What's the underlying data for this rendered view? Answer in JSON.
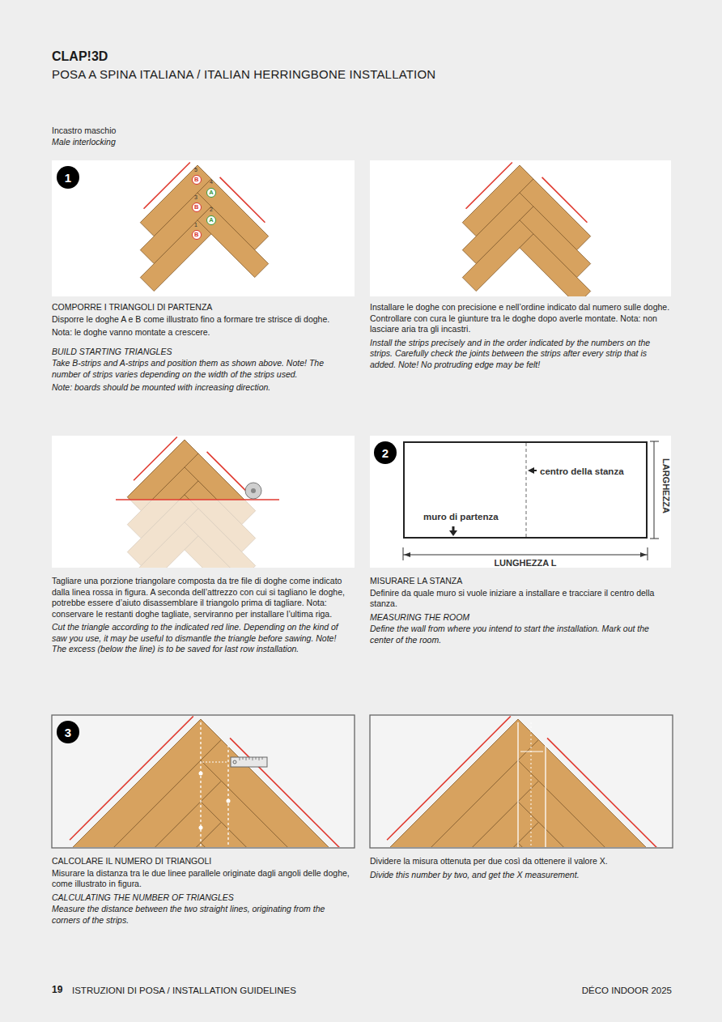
{
  "diagram": {
    "title": "CLAP!3D",
    "nodes": [
      {
        "text": [
          "1"
        ]
      },
      {
        "text": [
          "B"
        ]
      },
      {
        "text": [
          "A"
        ]
      },
      {
        "text": [
          "B"
        ]
      },
      {
        "text": [
          "A"
        ]
      },
      {
        "text": [
          "B"
        ]
      },
      {
        "text": [
          "2"
        ]
      },
      {
        "text": [
          "centro della stanza",
          "muro di partenza"
        ]
      },
      {
        "text": [
          "3"
        ]
      }
    ],
    "labels": [
      "POSA A SPINA ITALIANA / ITALIAN HERRINGBONE INSTALLATION",
      "Incastro maschio",
      "Male interlocking",
      "5",
      "4",
      "3",
      "2",
      "1",
      "COMPORRE I TRIANGOLI DI PARTENZA",
      "Disporre le doghe A e B come illustrato fino a formare tre strisce di doghe.",
      "Nota: le doghe vanno montate a crescere.",
      "BUILD STARTING TRIANGLES",
      "Take B-strips and A-strips and position them as shown above. Note! The number of strips varies depending on  the width of the strips used.",
      "Note: boards should be mounted with increasing direction.",
      "Installare le doghe con precisione e nell’ordine indicato dal numero sulle doghe. Controllare con cura le giunture tra le doghe dopo averle montate. Nota: non lasciare aria tra gli incastri.",
      "Install the strips precisely and in the order indicated by the numbers on the strips. Carefully check the joints between the strips after every strip that is added. Note! No protruding edge may be felt!",
      "Tagliare una porzione triangolare composta da tre file di doghe come indicato dalla linea rossa in figura. A seconda dell’attrezzo con cui si tagliano le doghe, potrebbe essere d’aiuto disassemblare il triangolo prima di tagliare. Nota: conservare le restanti doghe tagliate, serviranno per installare l’ultima riga.",
      "Cut the triangle according to the indicated red line. Depending on the kind of saw you use, it may be useful to dismantle the triangle before sawing. Note! The excess (below the line) is to be saved for last row installation.",
      "MISURARE LA STANZA",
      "Definire da quale muro si vuole iniziare a installare e tracciare il centro della stanza.",
      "MEASURING THE ROOM",
      "Define the wall from where you intend to start the installation. Mark out the center of the room.",
      "LUNGHEZZA L",
      "LARGHEZZA",
      "CALCOLARE IL NUMERO DI TRIANGOLI",
      "Misurare la distanza tra le due linee parallele originate dagli angoli delle doghe, come illustrato in figura.",
      "CALCULATING THE NUMBER OF TRIANGLES",
      "Measure the distance between the two straight lines, originating from the corners of the strips.",
      "Dividere la misura ottenuta per due così da ottenere il valore X.",
      "Divide this number by two, and get the  X measurement.",
      "19",
      "ISTRUZIONI DI POSA / INSTALLATION GUIDELINES",
      "DÉCO INDOOR 2025"
    ]
  }
}
